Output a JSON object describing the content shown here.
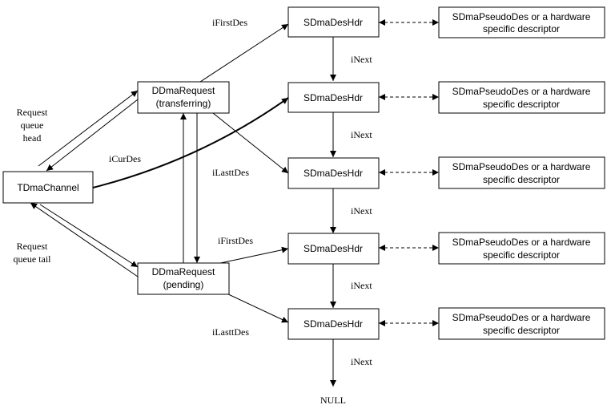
{
  "nodes": {
    "channel": "TDmaChannel",
    "req_transfer": [
      "DDmaRequest",
      "(transferring)"
    ],
    "req_pending": [
      "DDmaRequest",
      "(pending)"
    ],
    "hdr_label": "SDmaDesHdr",
    "pseudo_label": [
      "SDmaPseudoDes or a hardware",
      "specific descriptor"
    ],
    "null": "NULL"
  },
  "labels": {
    "queue_head": [
      "Request",
      "queue",
      "head"
    ],
    "queue_tail": [
      "Request",
      "queue tail"
    ],
    "icurdes": "iCurDes",
    "ifirstdes": "iFirstDes",
    "ilastdes": "iLasttDes",
    "inext": "iNext"
  },
  "colors": {
    "line": "#000000",
    "background": "#ffffff"
  }
}
